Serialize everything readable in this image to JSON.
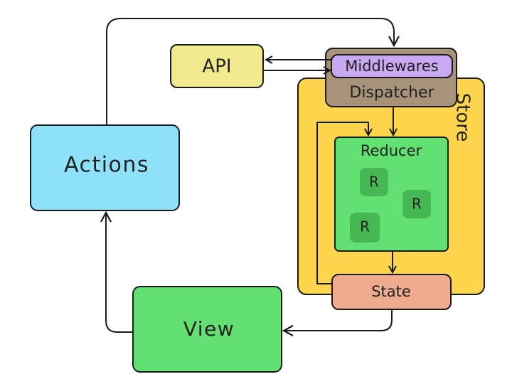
{
  "nodes": {
    "actions": "Actions",
    "view": "View",
    "api": "API",
    "middlewares": "Middlewares",
    "dispatcher": "Dispatcher",
    "store": "Store",
    "reducer": "Reducer",
    "reducer_items": [
      "R",
      "R",
      "R"
    ],
    "state": "State"
  },
  "colors": {
    "actions": "#8fe1fb",
    "view": "#62e072",
    "api": "#f1ea8c",
    "middlewares": "#c8a8f0",
    "dispatcher": "#a89279",
    "store": "#fdd64e",
    "reducer": "#62e072",
    "reducer_item": "#45b853",
    "state": "#eeab8e",
    "stroke": "#1a1a1a"
  }
}
